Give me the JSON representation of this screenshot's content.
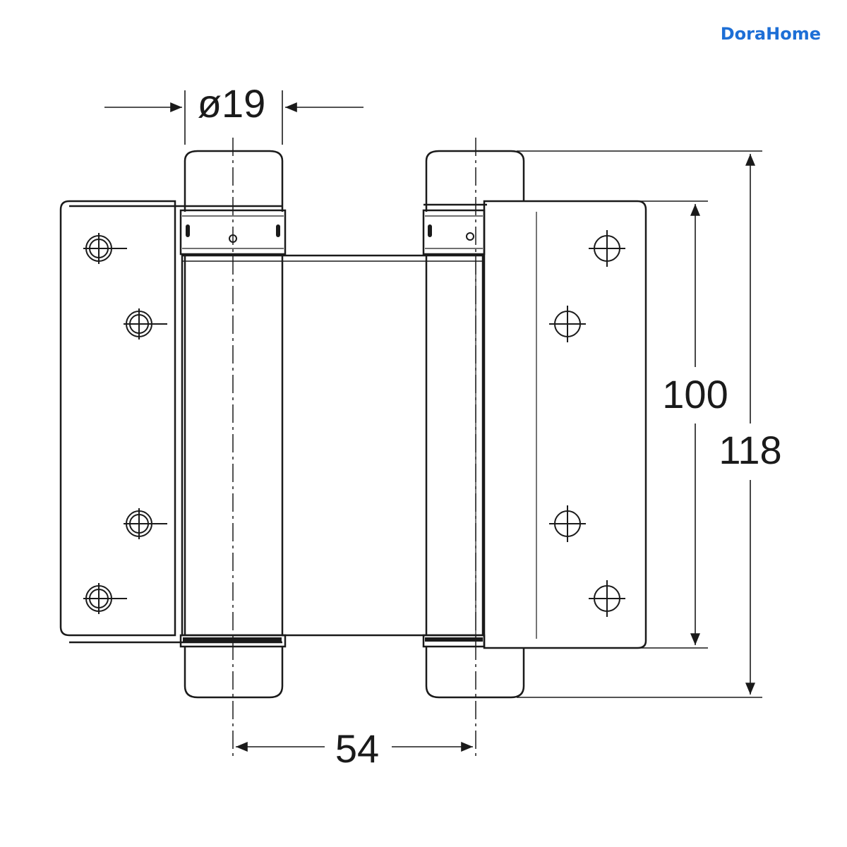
{
  "brand": {
    "name": "DoraHome",
    "color": "#1d6fd6"
  },
  "dimensions": {
    "pin_diameter": "ø19",
    "leaf_height": "100",
    "overall_height": "118",
    "pin_spacing": "54"
  },
  "colors": {
    "line": "#1a1a1a",
    "background": "#ffffff"
  }
}
